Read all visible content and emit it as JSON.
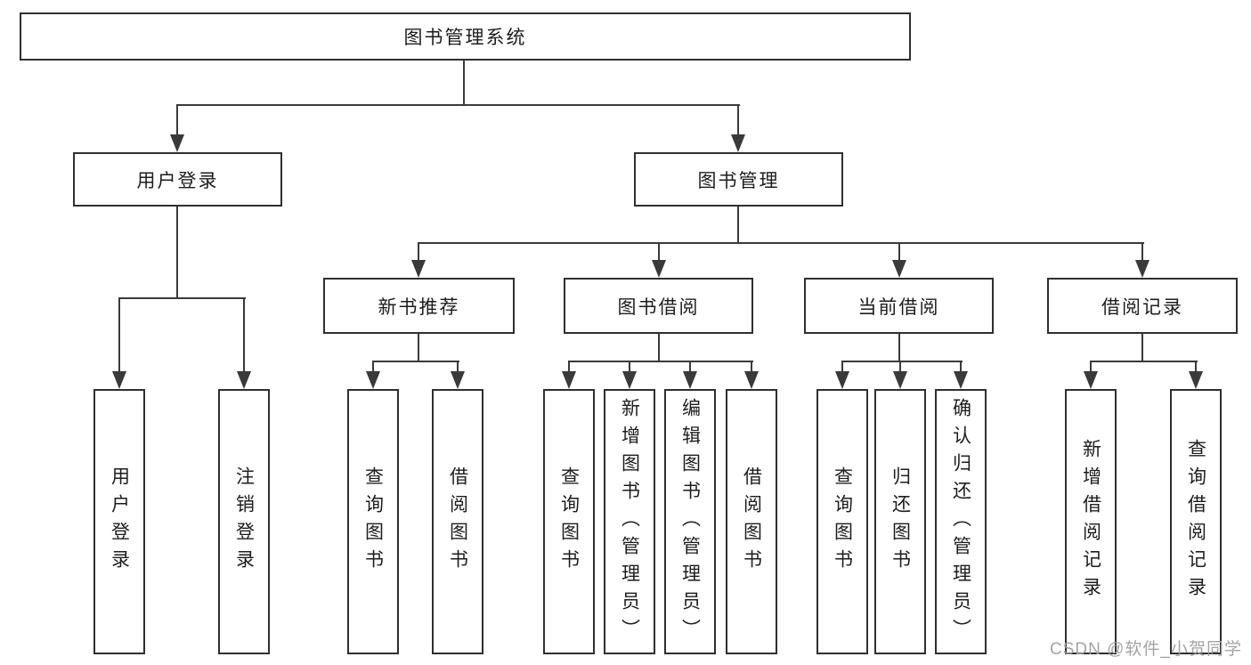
{
  "page": {
    "watermark": "CSDN @软件_小贺同学"
  },
  "colors": {
    "line": "#3a3a3a",
    "box_border": "#2f2f2f",
    "text": "#1d1d1d",
    "watermark": "#9e9e9e",
    "background": "#ffffff"
  },
  "tree": {
    "root": "图书管理系统",
    "branches": [
      {
        "label": "用户登录",
        "children": [
          {
            "label": "用户登录"
          },
          {
            "label": "注销登录"
          }
        ]
      },
      {
        "label": "图书管理",
        "sections": [
          {
            "label": "新书推荐",
            "children": [
              {
                "label": "查询图书"
              },
              {
                "label": "借阅图书"
              }
            ]
          },
          {
            "label": "图书借阅",
            "children": [
              {
                "label": "查询图书"
              },
              {
                "label": "新增图书（管理员）"
              },
              {
                "label": "编辑图书（管理员）"
              },
              {
                "label": "借阅图书"
              }
            ]
          },
          {
            "label": "当前借阅",
            "children": [
              {
                "label": "查询图书"
              },
              {
                "label": "归还图书"
              },
              {
                "label": "确认归还（管理员）"
              }
            ]
          },
          {
            "label": "借阅记录",
            "children": [
              {
                "label": "新增借阅记录"
              },
              {
                "label": "查询借阅记录"
              }
            ]
          }
        ]
      }
    ]
  }
}
